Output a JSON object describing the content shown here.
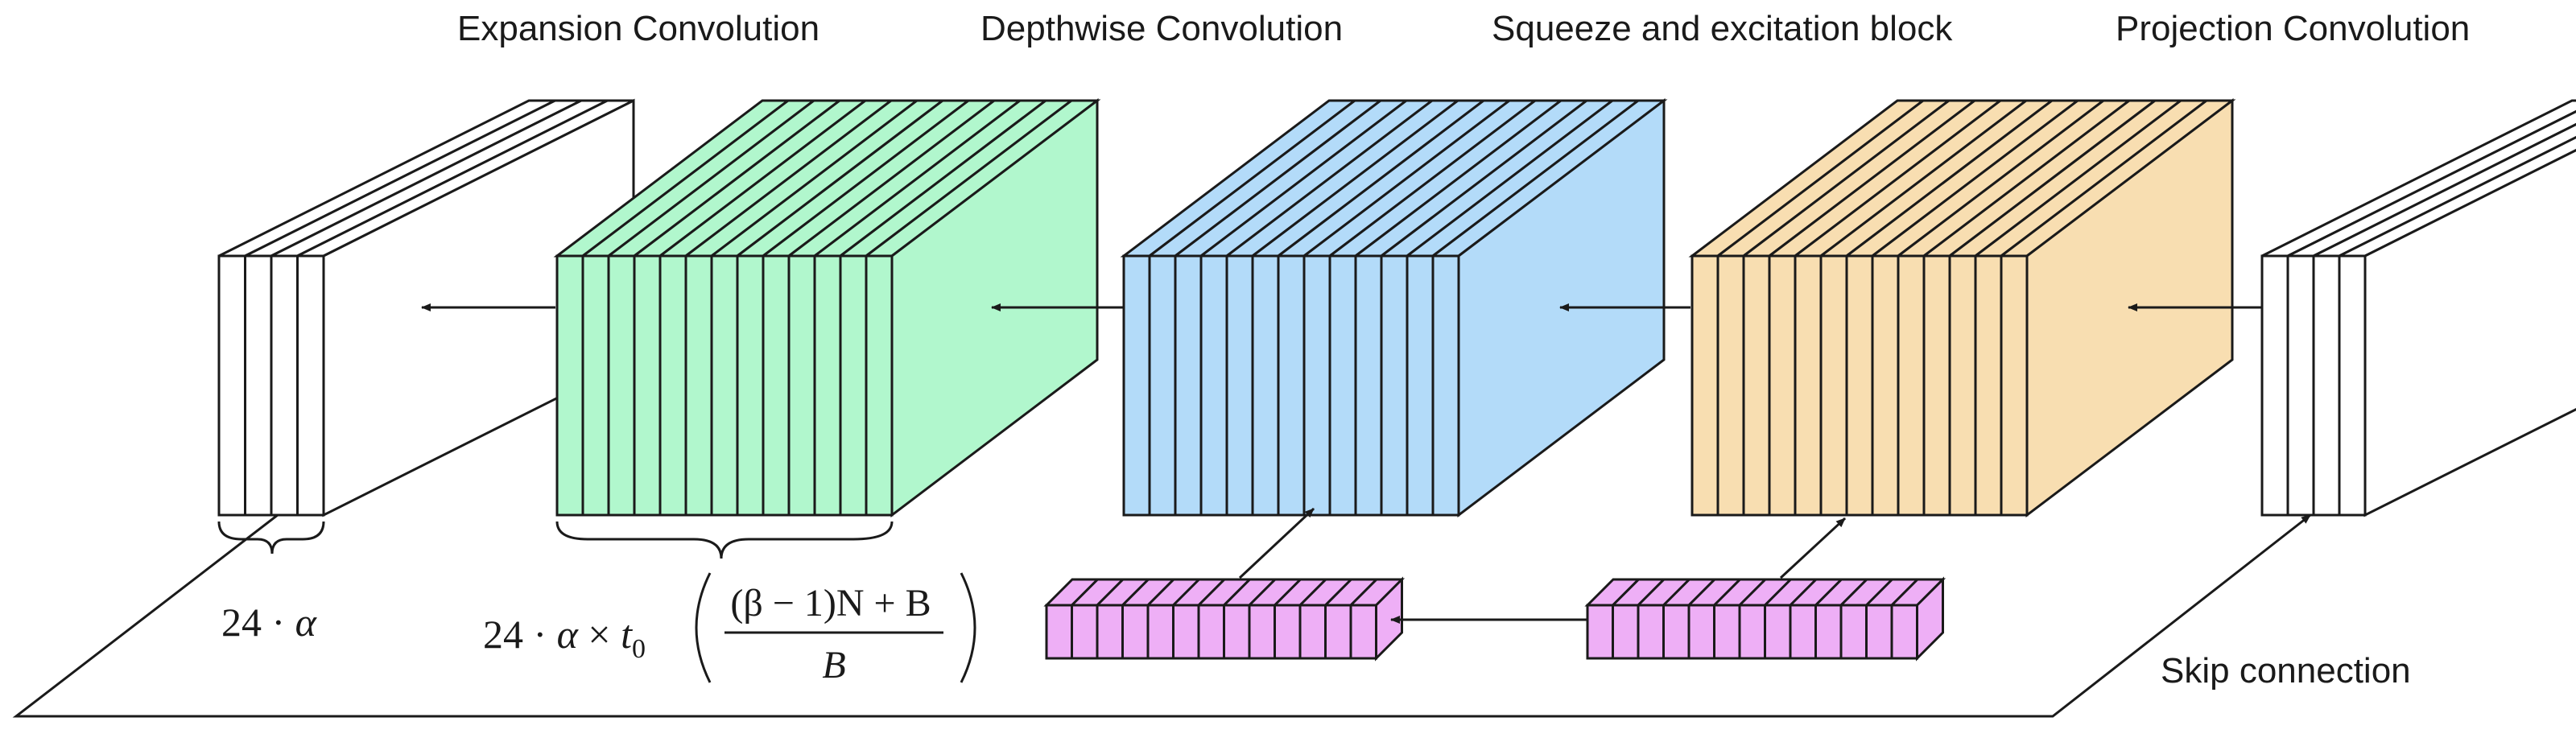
{
  "labels": {
    "expansion": "Expansion Convolution",
    "depthwise": "Depthwise Convolution",
    "squeeze": "Squeeze and excitation block",
    "projection": "Projection Convolution",
    "skip": "Skip connection"
  },
  "formulas": {
    "input_channels": {
      "coef": "24 · ",
      "var": "α"
    },
    "expanded_channels": {
      "coef": "24 · ",
      "var": "α",
      "times": " × ",
      "t": "t",
      "sub": "0",
      "numerator": "(β − 1)N + B",
      "denominator": "B"
    }
  },
  "colors": {
    "expansion_fill": "#b1f7cd",
    "depthwise_fill": "#b3dbf9",
    "squeeze_fill": "#f8deb1",
    "se_vector_fill": "#eeaff6",
    "io_fill": "#ffffff",
    "stroke": "#1a1a1a"
  }
}
